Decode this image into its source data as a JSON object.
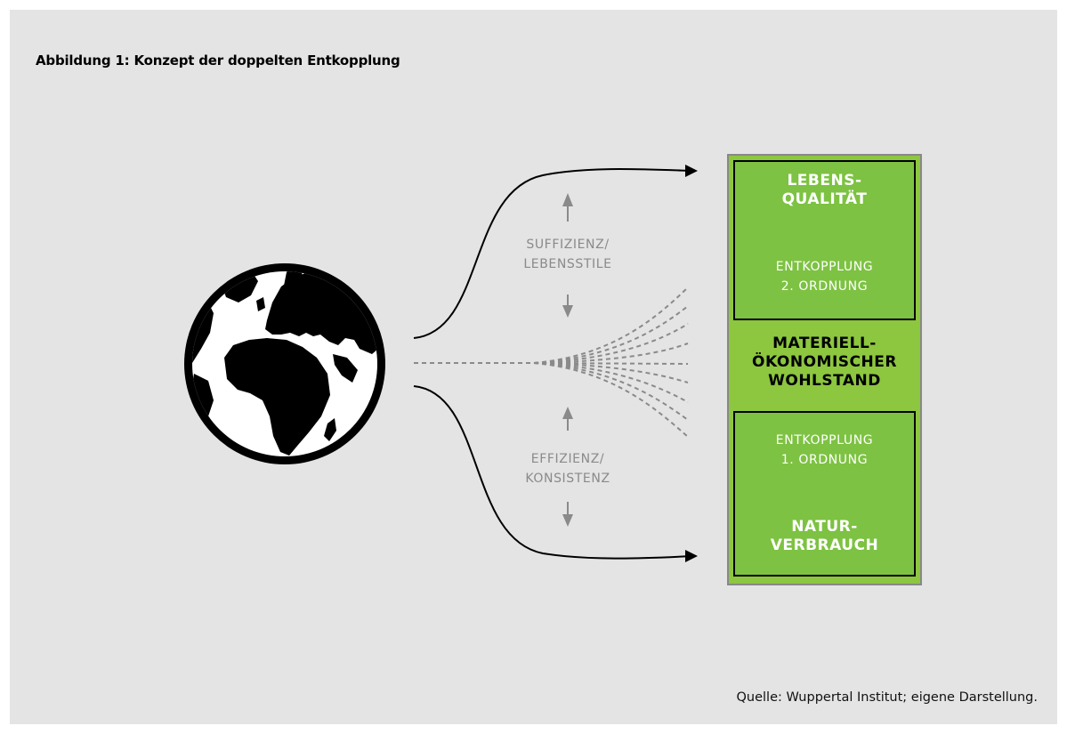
{
  "title": "Abbildung 1:  Konzept der doppelten Entkopplung",
  "source": "Quelle:  Wuppertal Institut; eigene Darstellung.",
  "upper_driver": [
    "SUFFIZIENZ/",
    "LEBENSSTILE"
  ],
  "lower_driver": [
    "EFFIZIENZ/",
    "KONSISTENZ"
  ],
  "box_top": {
    "heading": [
      "LEBENS-",
      "QUALITÄT"
    ],
    "sub": [
      "ENTKOPPLUNG",
      "2. ORDNUNG"
    ]
  },
  "box_middle": {
    "heading": [
      "MATERIELL-",
      "ÖKONOMISCHER",
      "WOHLSTAND"
    ]
  },
  "box_bottom": {
    "sub": [
      "ENTKOPPLUNG",
      "1. ORDNUNG"
    ],
    "heading": [
      "NATUR-",
      "VERBRAUCH"
    ]
  },
  "colors": {
    "panel": "#e4e4e4",
    "box_green": "#7dc242",
    "middle_green": "#8dc63f",
    "arrow_grey": "#8a8a8a"
  },
  "icons": [
    "globe-icon"
  ]
}
